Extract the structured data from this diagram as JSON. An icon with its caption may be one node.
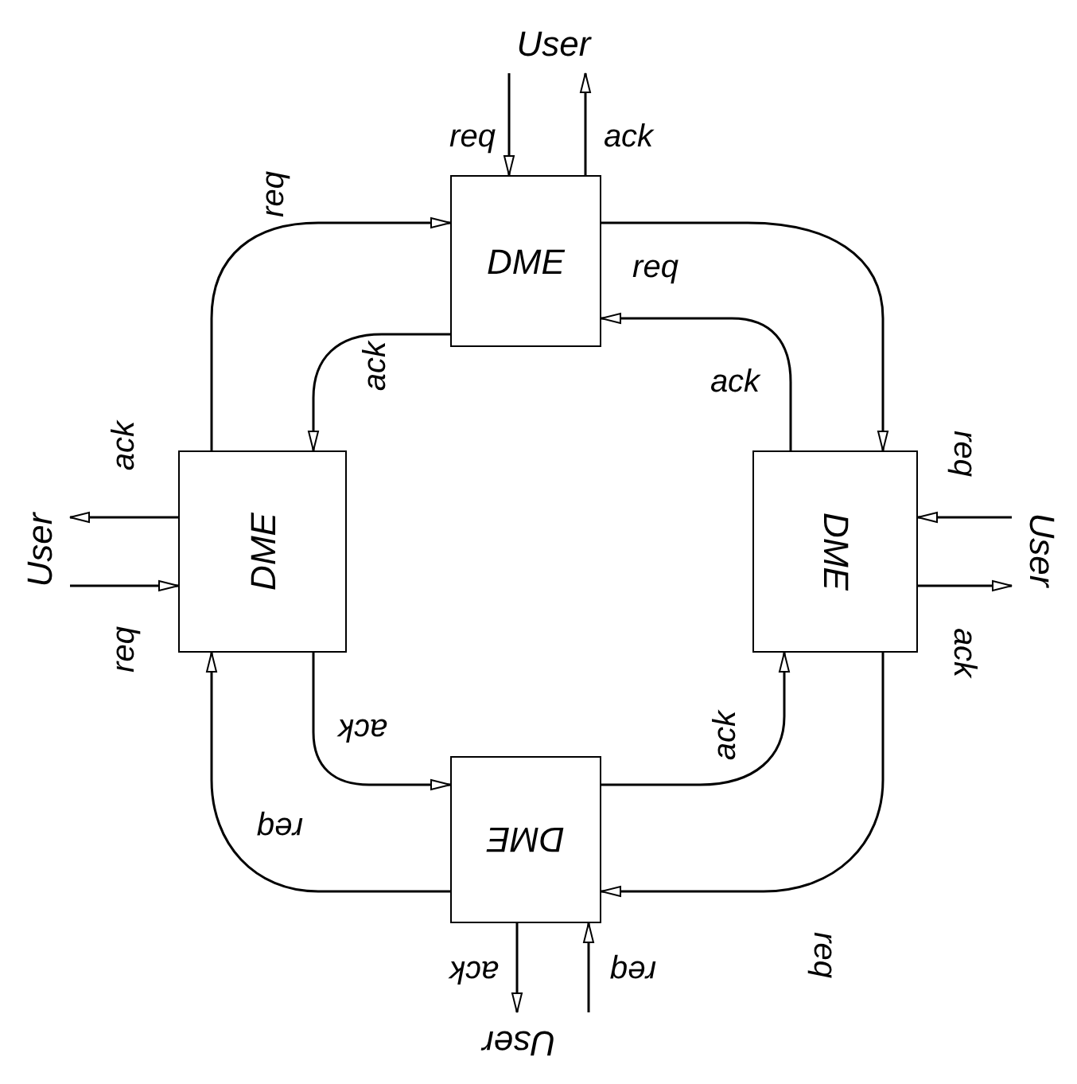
{
  "diagram": {
    "nodes": [
      {
        "text": [
          "DME"
        ]
      },
      {
        "text": [
          "DME"
        ]
      },
      {
        "text": [
          "DME"
        ]
      },
      {
        "text": [
          "DME"
        ]
      },
      {
        "text": [
          "User"
        ]
      },
      {
        "text": [
          "User"
        ]
      },
      {
        "text": [
          "User"
        ]
      },
      {
        "text": [
          "User"
        ]
      }
    ],
    "edges": [
      {
        "from": 4,
        "to": 0,
        "arrow": "to",
        "label": "req"
      },
      {
        "from": 0,
        "to": 4,
        "arrow": "to",
        "label": "ack"
      },
      {
        "from": 1,
        "to": 0,
        "arrow": "to",
        "label": "req"
      },
      {
        "from": 0,
        "to": 1,
        "arrow": "to",
        "label": "ack"
      },
      {
        "from": 0,
        "to": 2,
        "arrow": "to",
        "label": "req"
      },
      {
        "from": 2,
        "to": 0,
        "arrow": "to",
        "label": "ack"
      },
      {
        "from": 1,
        "to": 5,
        "arrow": "to",
        "label": "ack"
      },
      {
        "from": 5,
        "to": 1,
        "arrow": "to",
        "label": "req"
      },
      {
        "from": 6,
        "to": 2,
        "arrow": "to",
        "label": "req"
      },
      {
        "from": 2,
        "to": 6,
        "arrow": "to",
        "label": "ack"
      },
      {
        "from": 1,
        "to": 3,
        "arrow": "to",
        "label": "ack"
      },
      {
        "from": 3,
        "to": 1,
        "arrow": "to",
        "label": "req"
      },
      {
        "from": 3,
        "to": 2,
        "arrow": "to",
        "label": "ack"
      },
      {
        "from": 2,
        "to": 3,
        "arrow": "to",
        "label": "req"
      },
      {
        "from": 3,
        "to": 7,
        "arrow": "to",
        "label": "ack"
      },
      {
        "from": 7,
        "to": 3,
        "arrow": "to",
        "label": "req"
      }
    ]
  }
}
